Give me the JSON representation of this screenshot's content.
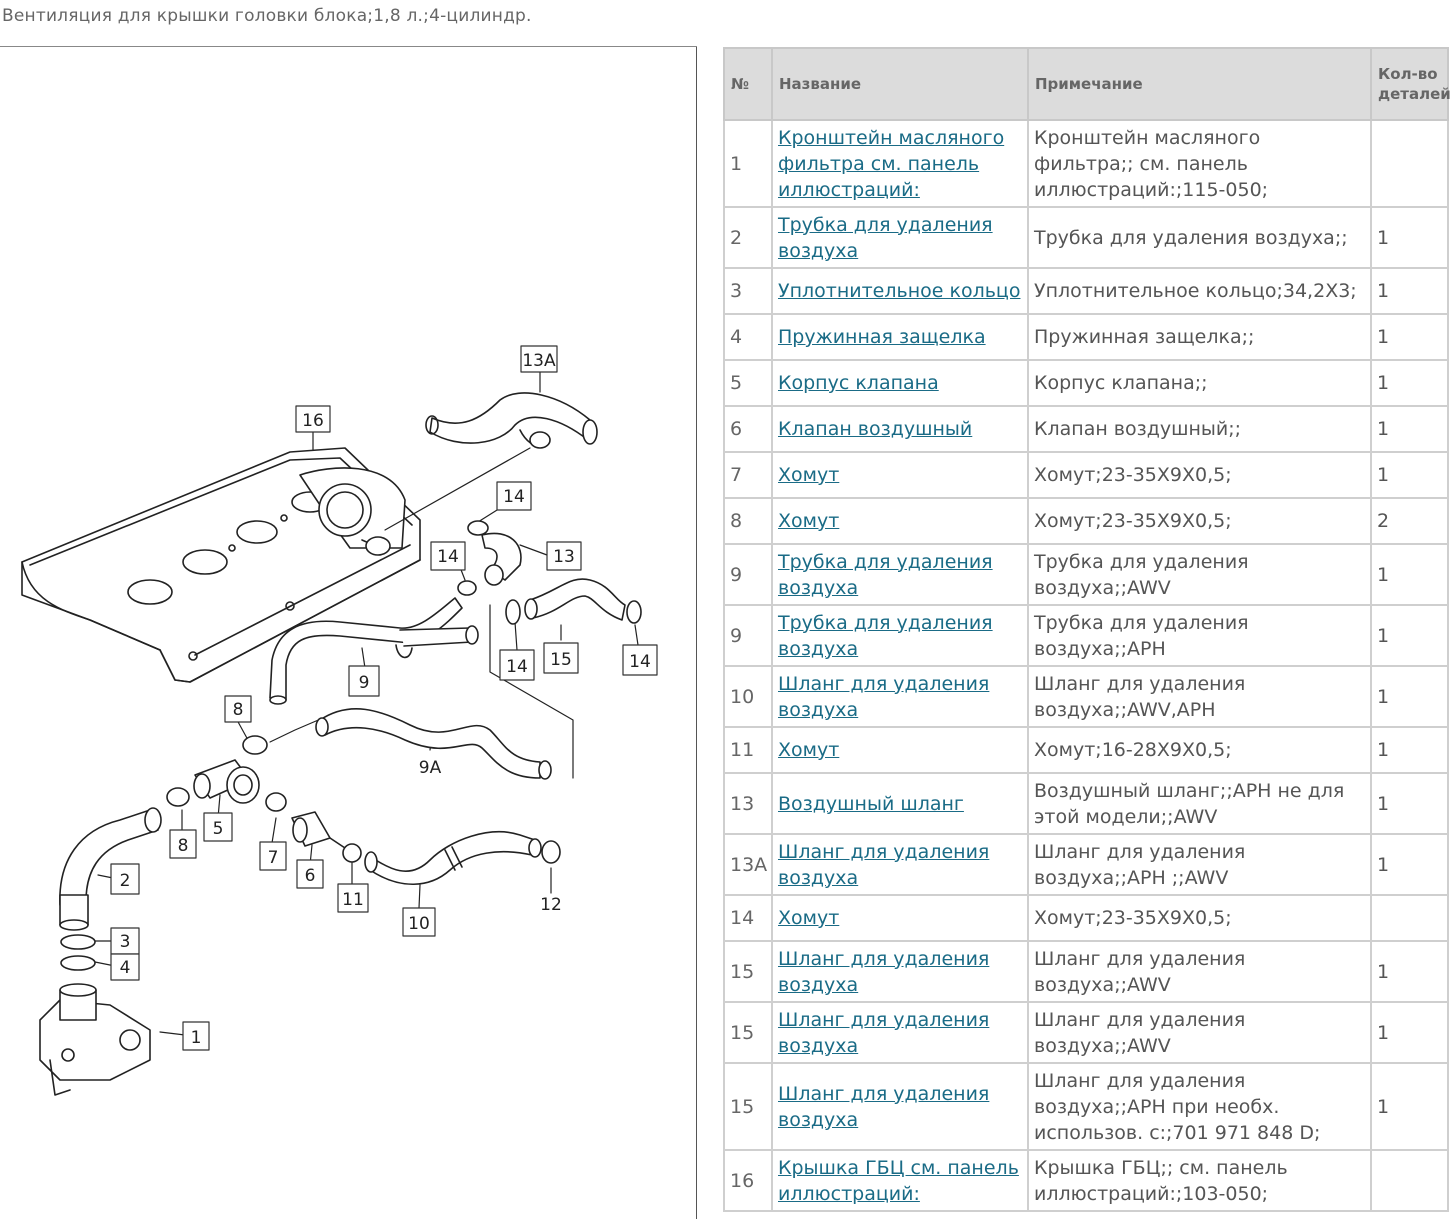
{
  "page": {
    "title": "Вентиляция для крышки головки блока;1,8 л.;4-цилиндр."
  },
  "diagram": {
    "callouts": [
      "1",
      "2",
      "3",
      "4",
      "5",
      "6",
      "7",
      "8",
      "8",
      "9",
      "9A",
      "10",
      "11",
      "12",
      "13",
      "13A",
      "14",
      "14",
      "14",
      "14",
      "15",
      "16"
    ]
  },
  "table": {
    "headers": {
      "num": "№",
      "name": "Название",
      "note": "Примечание",
      "qty": "Кол-во деталей"
    },
    "rows": [
      {
        "num": "1",
        "name": "Кронштейн масляного фильтра см. панель иллюстраций:",
        "note": "Кронштейн масляного фильтра;; см. панель иллюстраций:;115-050;",
        "qty": ""
      },
      {
        "num": "2",
        "name": "Трубка для удаления воздуха",
        "note": "Трубка для удаления воздуха;;",
        "qty": "1"
      },
      {
        "num": "3",
        "name": "Уплотнительное кольцо",
        "note": "Уплотнительное кольцо;34,2X3;",
        "qty": "1"
      },
      {
        "num": "4",
        "name": "Пружинная защелка",
        "note": "Пружинная защелка;;",
        "qty": "1"
      },
      {
        "num": "5",
        "name": "Корпус клапана",
        "note": "Корпус клапана;;",
        "qty": "1"
      },
      {
        "num": "6",
        "name": "Клапан воздушный",
        "note": "Клапан воздушный;;",
        "qty": "1"
      },
      {
        "num": "7",
        "name": "Хомут",
        "note": "Хомут;23-35X9X0,5;",
        "qty": "1"
      },
      {
        "num": "8",
        "name": "Хомут",
        "note": "Хомут;23-35X9X0,5;",
        "qty": "2"
      },
      {
        "num": "9",
        "name": "Трубка для удаления воздуха",
        "note": "Трубка для удаления воздуха;;AWV",
        "qty": "1"
      },
      {
        "num": "9",
        "name": "Трубка для удаления воздуха",
        "note": "Трубка для удаления воздуха;;APH",
        "qty": "1"
      },
      {
        "num": "10",
        "name": "Шланг для удаления воздуха",
        "note": "Шланг для удаления воздуха;;AWV,APH",
        "qty": "1"
      },
      {
        "num": "11",
        "name": "Хомут",
        "note": "Хомут;16-28X9X0,5;",
        "qty": "1"
      },
      {
        "num": "13",
        "name": "Воздушный шланг",
        "note": "Воздушный шланг;;APH не для этой модели;;AWV",
        "qty": "1"
      },
      {
        "num": "13A",
        "name": "Шланг для удаления воздуха",
        "note": "Шланг для удаления воздуха;;APH ;;AWV",
        "qty": "1"
      },
      {
        "num": "14",
        "name": "Хомут",
        "note": "Хомут;23-35X9X0,5;",
        "qty": ""
      },
      {
        "num": "15",
        "name": "Шланг для удаления воздуха",
        "note": "Шланг для удаления воздуха;;AWV",
        "qty": "1"
      },
      {
        "num": "15",
        "name": "Шланг для удаления воздуха",
        "note": "Шланг для удаления воздуха;;AWV",
        "qty": "1"
      },
      {
        "num": "15",
        "name": "Шланг для удаления воздуха",
        "note": "Шланг для удаления воздуха;;APH при необх. использов. с:;701 971 848 D;",
        "qty": "1"
      },
      {
        "num": "16",
        "name": "Крышка ГБЦ см. панель иллюстраций:",
        "note": "Крышка ГБЦ;; см. панель иллюстраций:;103-050;",
        "qty": ""
      }
    ]
  },
  "colors": {
    "link": "#1a6b86",
    "header_bg": "#dcdcdc",
    "border": "#cfcfcf"
  }
}
